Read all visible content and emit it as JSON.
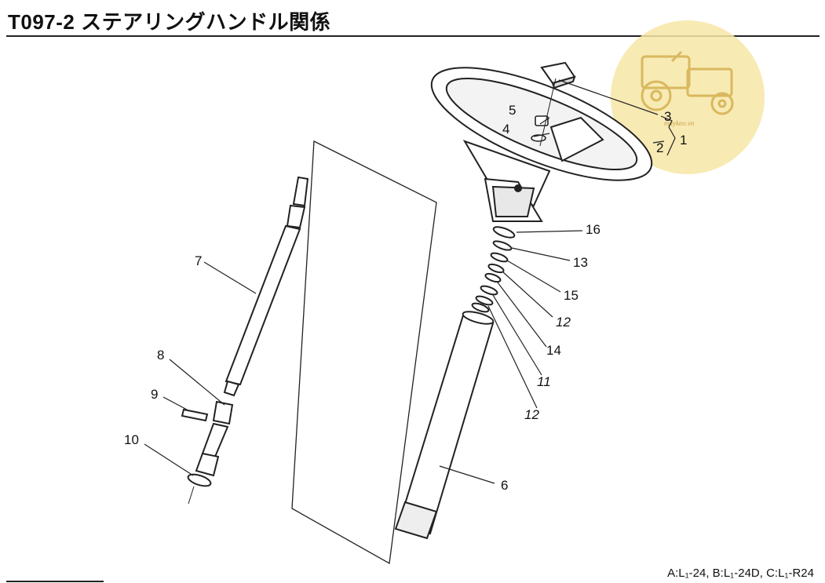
{
  "title": "T097-2 ステアリングハンドル関係",
  "footnote": "A:L₁-24, B:L₁-24D, C:L₁-R24",
  "watermark": {
    "text": "maykeo.vn",
    "color": "#f7e6a6",
    "icon": "tractor-icon"
  },
  "callouts": {
    "c1": "1",
    "c2": "2",
    "c3": "3",
    "c4": "4",
    "c5": "5",
    "c6": "6",
    "c7": "7",
    "c8": "8",
    "c9": "9",
    "c10": "10",
    "c11": "11",
    "c12a": "12",
    "c12b": "12",
    "c13": "13",
    "c14": "14",
    "c15": "15",
    "c16": "16"
  }
}
